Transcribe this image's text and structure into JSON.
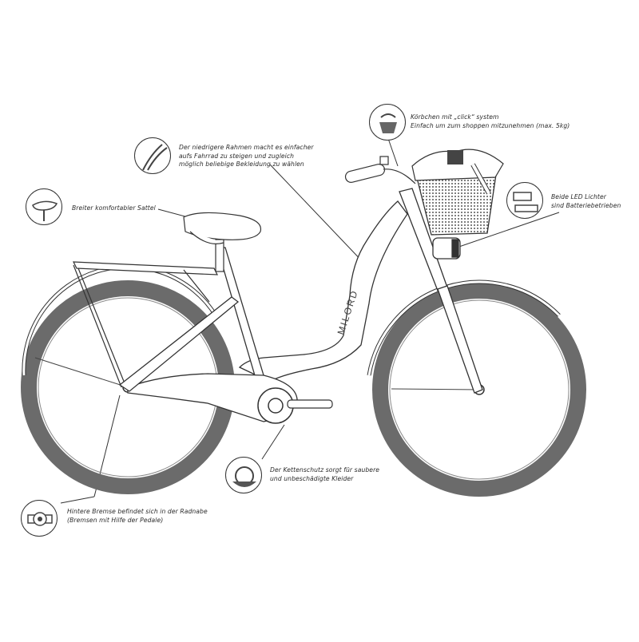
{
  "brand": "MILORD",
  "callouts": [
    {
      "id": "basket",
      "icon": "basket-icon",
      "lines": [
        "Körbchen mit „click“ system",
        "Einfach um zum shoppen mitzunehmen (max. 5kg)"
      ]
    },
    {
      "id": "frame",
      "icon": "frame-icon",
      "lines": [
        "Der niedrigere Rahmen macht es einfacher",
        "aufs Fahrrad zu steigen und zugleich",
        "möglich beliebige Bekleidung zu wählen"
      ]
    },
    {
      "id": "saddle",
      "icon": "saddle-icon",
      "lines": [
        "Breiter komfortabler Sattel"
      ]
    },
    {
      "id": "lights",
      "icon": "led-light-icon",
      "lines": [
        "Beide LED Lichter",
        "sind Batteriebetrieben"
      ]
    },
    {
      "id": "chainguard",
      "icon": "chain-guard-icon",
      "lines": [
        "Der Kettenschutz sorgt für saubere",
        "und unbeschädigte Kleider"
      ]
    },
    {
      "id": "brake",
      "icon": "hub-brake-icon",
      "lines": [
        "Hintere Bremse befindet sich in der Radnabe",
        "(Bremsen mit Hilfe der Pedale)"
      ]
    }
  ],
  "colors": {
    "tire": "#6b6b6b",
    "line": "#333333",
    "frame_fill": "#ffffff",
    "basket": "#555555"
  }
}
